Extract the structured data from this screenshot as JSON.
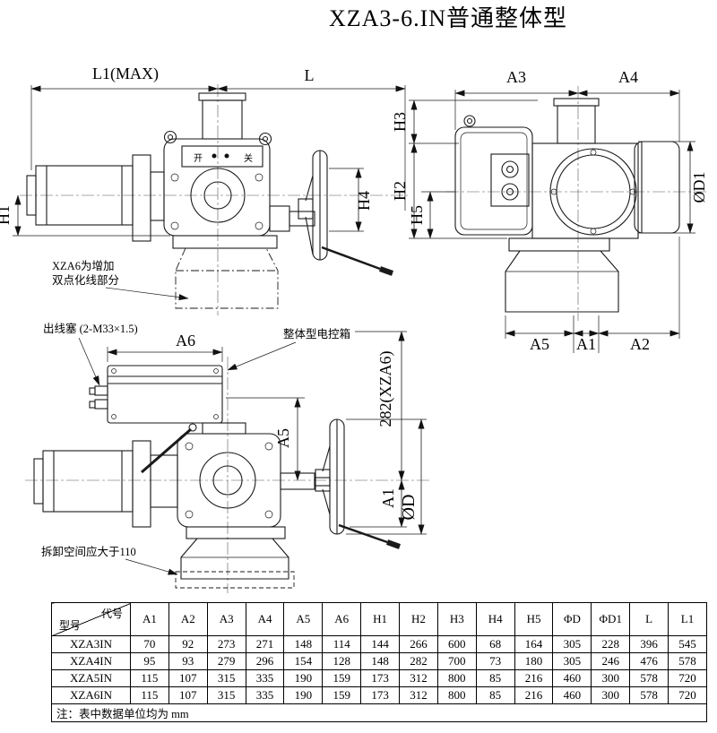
{
  "title": "XZA3-6.IN普通整体型",
  "front": {
    "dim_l1": "L1(MAX)",
    "dim_l": "L",
    "dim_h1": "H1",
    "dim_h4": "H4",
    "indicator_open": "开",
    "indicator_close": "关",
    "note1": "XZA6为增加",
    "note2": "双点化线部分"
  },
  "side": {
    "dim_a3": "A3",
    "dim_a4": "A4",
    "dim_h3": "H3",
    "dim_h2": "H2",
    "dim_h5": "H5",
    "dim_d1": "ØD1",
    "dim_a5": "A5",
    "dim_a1": "A1",
    "dim_a2": "A2"
  },
  "integral": {
    "outlet_plug": "出线塞 (2-M33×1.5)",
    "control_box": "整体型电控箱",
    "disassembly": "拆卸空间应大于110",
    "dim_a6": "A6",
    "dim_a5": "A5",
    "dim_282": "282(XZA6)",
    "dim_a1": "A1",
    "dim_d": "ØD"
  },
  "table": {
    "corner_top": "代号",
    "corner_bottom": "型号",
    "columns": [
      "A1",
      "A2",
      "A3",
      "A4",
      "A5",
      "A6",
      "H1",
      "H2",
      "H3",
      "H4",
      "H5",
      "ΦD",
      "ΦD1",
      "L",
      "L1"
    ],
    "rows": [
      {
        "model": "XZA3IN",
        "values": [
          "70",
          "92",
          "273",
          "271",
          "148",
          "114",
          "144",
          "266",
          "600",
          "68",
          "164",
          "305",
          "228",
          "396",
          "545"
        ]
      },
      {
        "model": "XZA4IN",
        "values": [
          "95",
          "93",
          "279",
          "296",
          "154",
          "128",
          "148",
          "282",
          "700",
          "73",
          "180",
          "305",
          "246",
          "476",
          "578"
        ]
      },
      {
        "model": "XZA5IN",
        "values": [
          "115",
          "107",
          "315",
          "335",
          "190",
          "159",
          "173",
          "312",
          "800",
          "85",
          "216",
          "460",
          "300",
          "578",
          "720"
        ]
      },
      {
        "model": "XZA6IN",
        "values": [
          "115",
          "107",
          "315",
          "335",
          "190",
          "159",
          "173",
          "312",
          "800",
          "85",
          "216",
          "460",
          "300",
          "578",
          "720"
        ]
      }
    ],
    "note": "注：表中数据单位均为 mm"
  }
}
